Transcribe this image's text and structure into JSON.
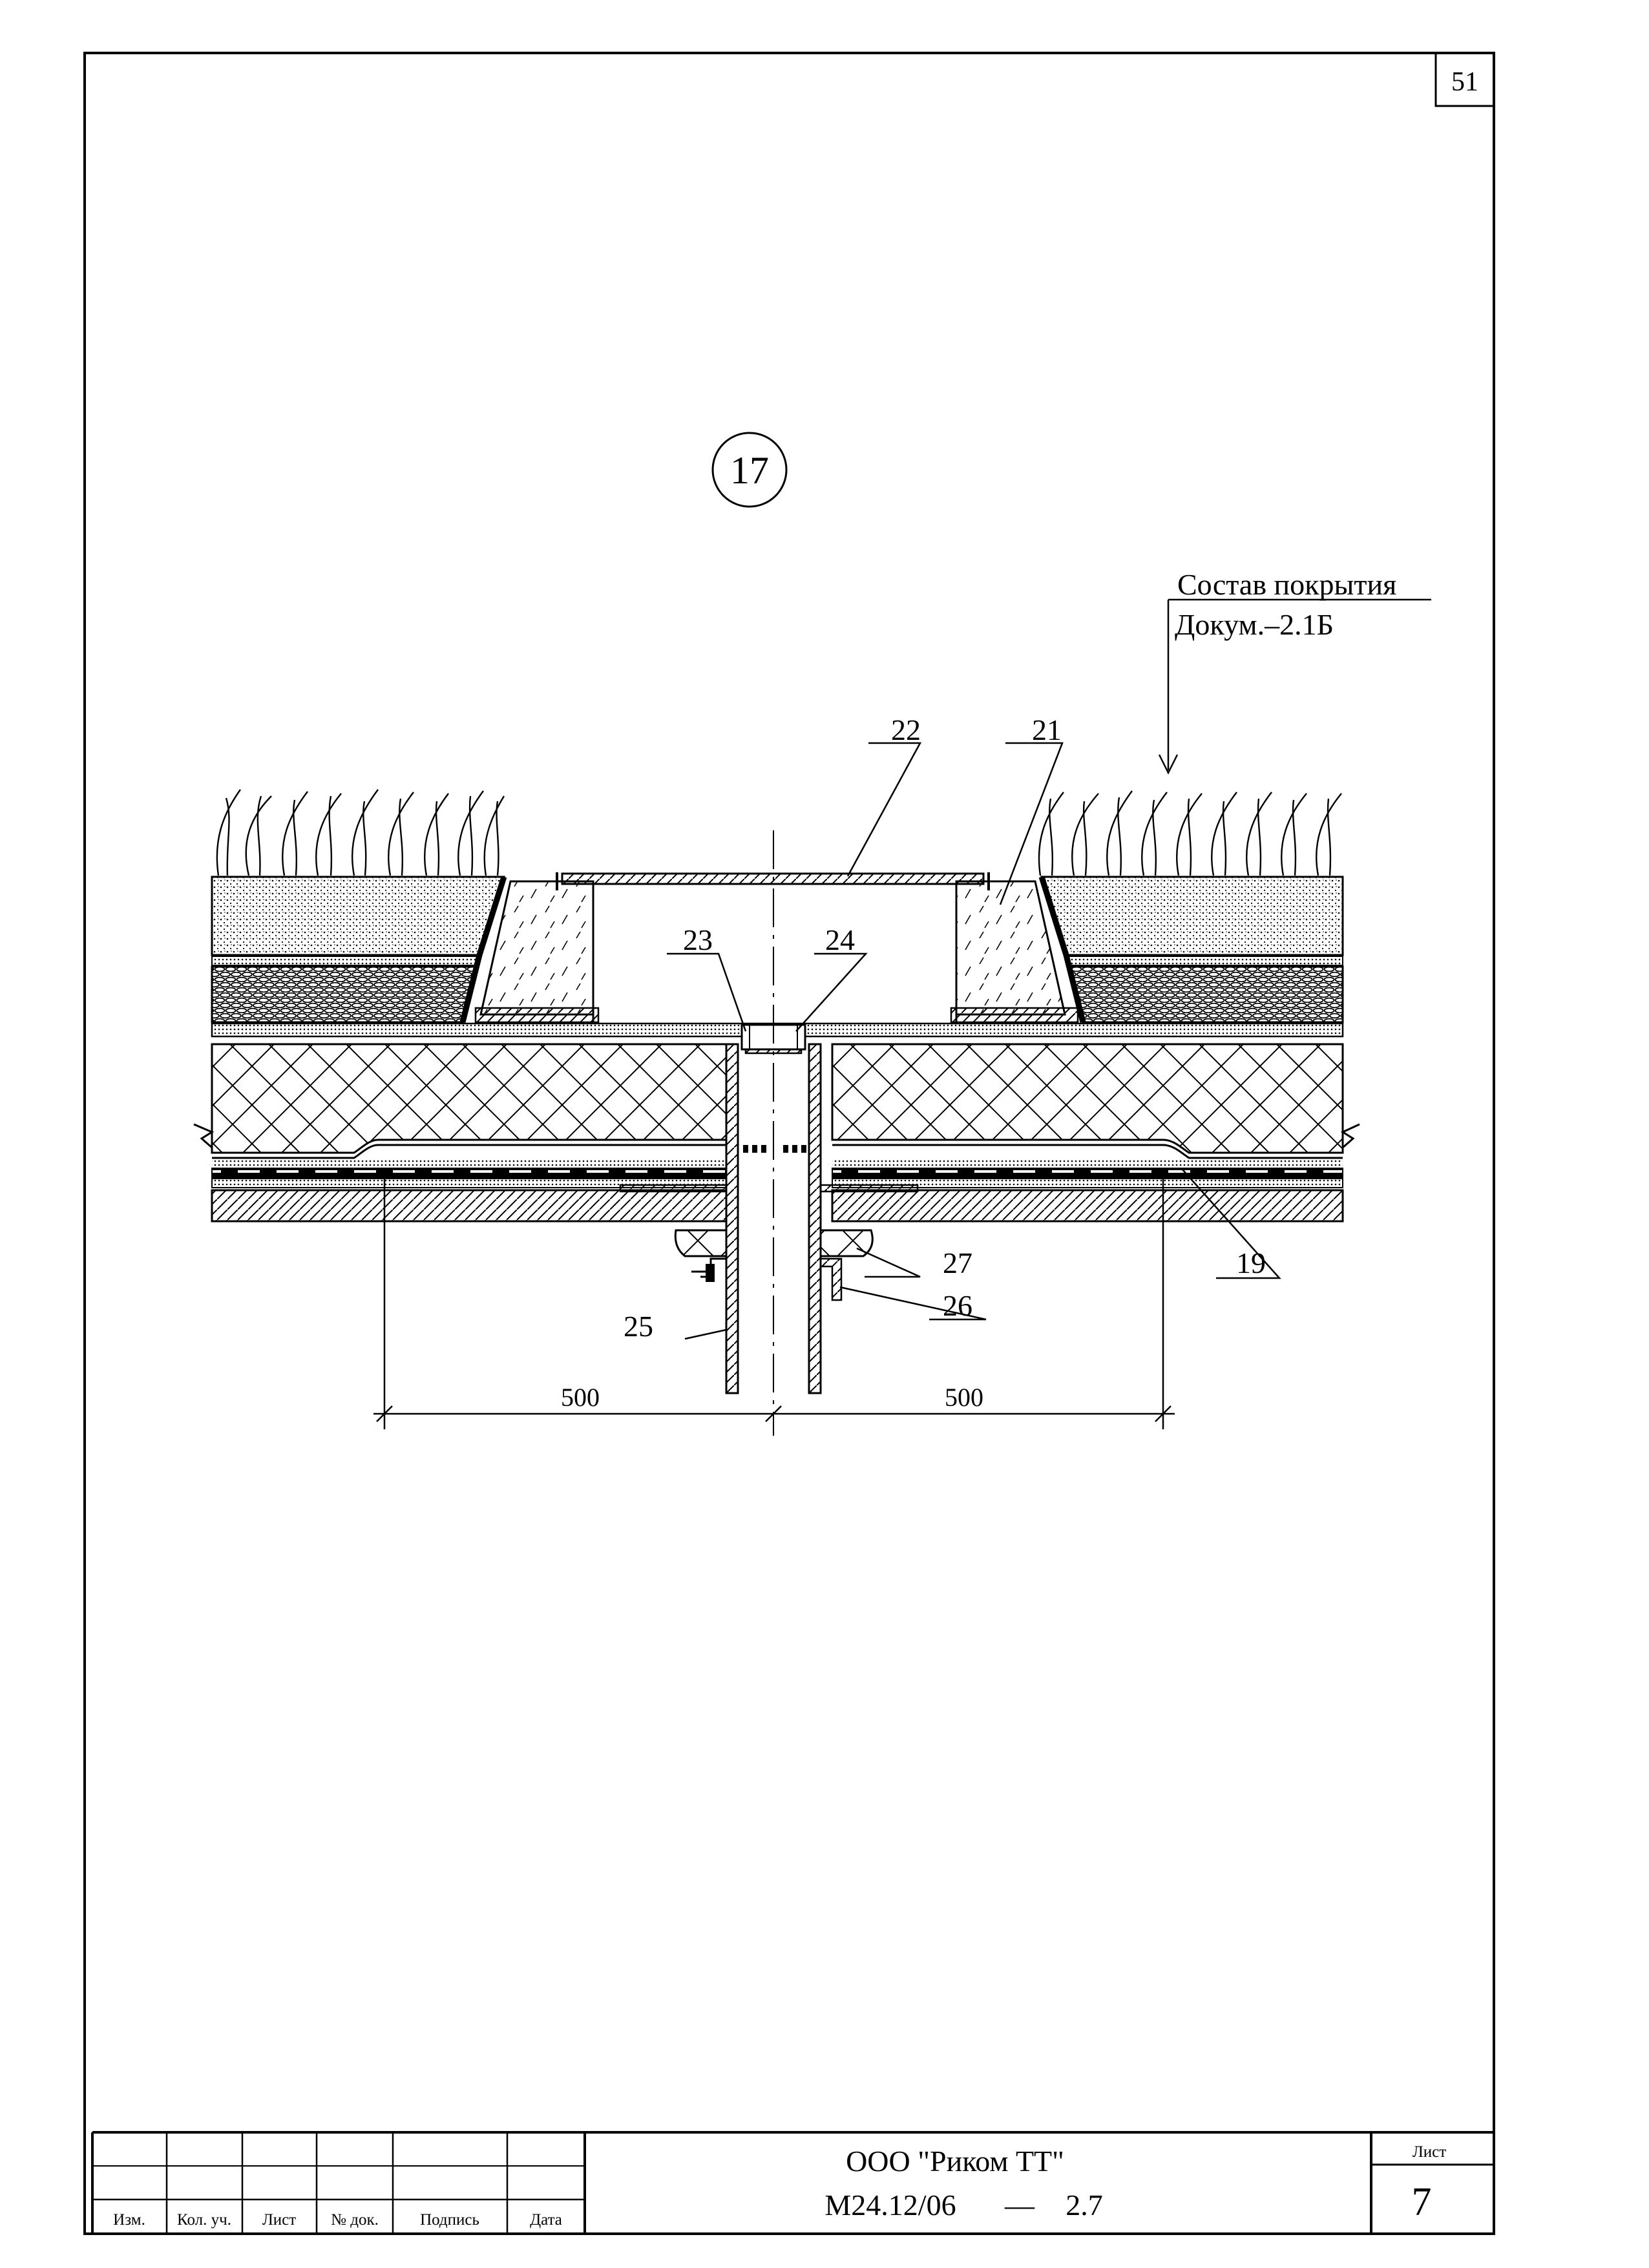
{
  "page_number": "51",
  "detail_marker": "17",
  "composition_note": {
    "line1": "Состав покрытия",
    "line2": "Докум.–2.1Б"
  },
  "callouts": {
    "c19": "19",
    "c21": "21",
    "c22": "22",
    "c23": "23",
    "c24": "24",
    "c25": "25",
    "c26": "26",
    "c27": "27"
  },
  "dimensions": {
    "left": "500",
    "right": "500"
  },
  "title_block": {
    "headers": [
      "Изм.",
      "Кол. уч.",
      "Лист",
      "№ док.",
      "Подпись",
      "Дата"
    ],
    "organization": "ООО \"Риком ТТ\"",
    "document_code": "М24.12/06",
    "dash": "—",
    "section": "2.7",
    "sheet_label": "Лист",
    "sheet_number": "7"
  }
}
